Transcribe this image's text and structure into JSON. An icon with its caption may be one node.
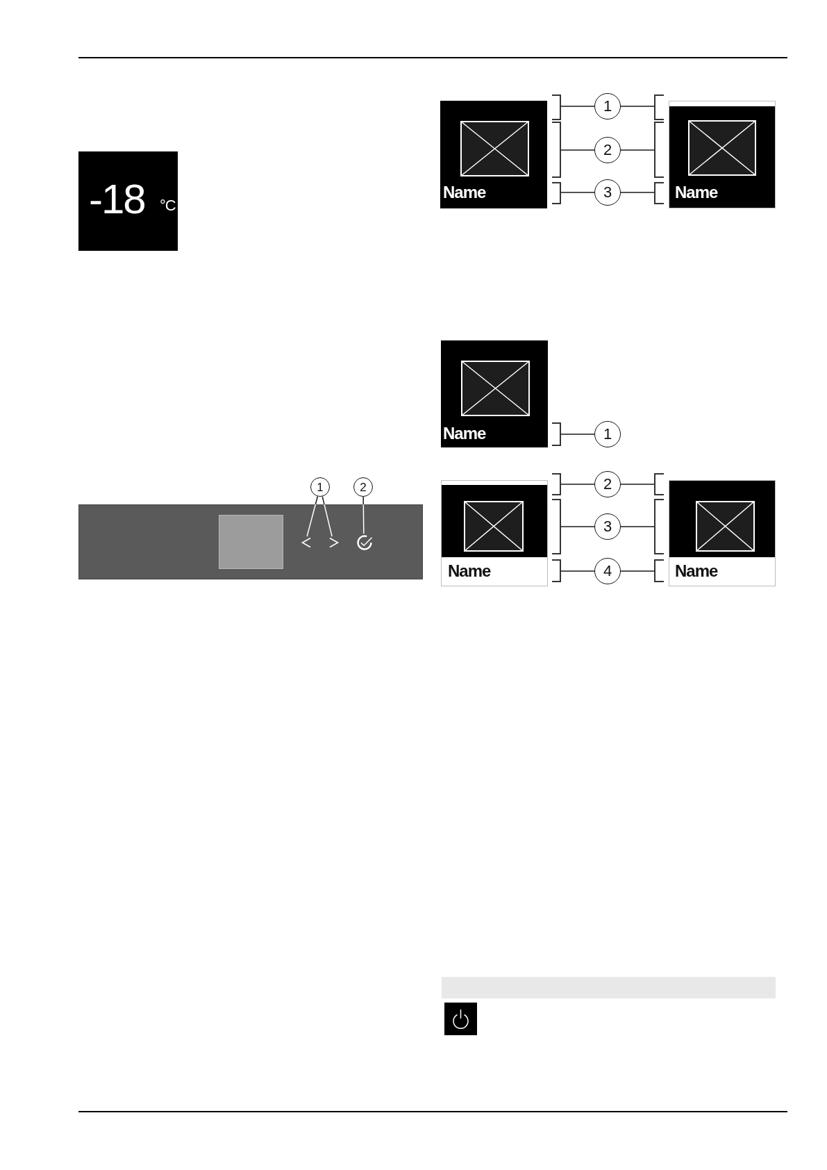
{
  "diagram": {
    "nodes": [
      {
        "text": [
          "-18",
          "°C"
        ]
      },
      {
        "text": [
          "1"
        ]
      },
      {
        "text": [
          "2"
        ]
      },
      {
        "text": [],
        "shape": "box"
      },
      {
        "text": [],
        "shape": "box",
        "in": 3
      },
      {
        "text": [],
        "shape": "chevron",
        "in": 3
      },
      {
        "text": [],
        "shape": "chevron",
        "in": 3
      },
      {
        "text": [],
        "shape": "picture",
        "in": 3
      },
      {
        "text": [
          "Name"
        ]
      },
      {
        "text": [
          "Name"
        ]
      },
      {
        "text": [],
        "shape": "bracket"
      },
      {
        "text": [
          "1"
        ]
      },
      {
        "text": [],
        "shape": "bracket"
      },
      {
        "text": [],
        "shape": "bracket"
      },
      {
        "text": [
          "2"
        ]
      },
      {
        "text": [],
        "shape": "bracket"
      },
      {
        "text": [],
        "shape": "bracket"
      },
      {
        "text": [
          "3"
        ]
      },
      {
        "text": [],
        "shape": "bracket"
      },
      {
        "text": [
          "Name"
        ]
      },
      {
        "text": [],
        "shape": "bracket"
      },
      {
        "text": [
          "1"
        ]
      },
      {
        "text": [
          "Name"
        ]
      },
      {
        "text": [
          "Name"
        ]
      },
      {
        "text": [],
        "shape": "bracket"
      },
      {
        "text": [
          "2"
        ]
      },
      {
        "text": [],
        "shape": "bracket"
      },
      {
        "text": [],
        "shape": "bracket"
      },
      {
        "text": [
          "3"
        ]
      },
      {
        "text": [],
        "shape": "bracket"
      },
      {
        "text": [],
        "shape": "bracket"
      },
      {
        "text": [
          "4"
        ]
      },
      {
        "text": [],
        "shape": "bracket"
      }
    ],
    "edges": [
      {
        "from": 1,
        "to": 5,
        "arrow": "none"
      },
      {
        "from": 1,
        "to": 6,
        "arrow": "none"
      },
      {
        "from": 2,
        "to": 7,
        "arrow": "none"
      },
      {
        "from": 11,
        "to": 10,
        "arrow": "none"
      },
      {
        "from": 11,
        "to": 12,
        "arrow": "none"
      },
      {
        "from": 14,
        "to": 13,
        "arrow": "none"
      },
      {
        "from": 14,
        "to": 15,
        "arrow": "none"
      },
      {
        "from": 17,
        "to": 16,
        "arrow": "none"
      },
      {
        "from": 17,
        "to": 18,
        "arrow": "none"
      },
      {
        "from": 21,
        "to": 20,
        "arrow": "none"
      },
      {
        "from": 25,
        "to": 24,
        "arrow": "none"
      },
      {
        "from": 25,
        "to": 26,
        "arrow": "none"
      },
      {
        "from": 28,
        "to": 27,
        "arrow": "none"
      },
      {
        "from": 28,
        "to": 29,
        "arrow": "none"
      },
      {
        "from": 31,
        "to": 30,
        "arrow": "none"
      },
      {
        "from": 31,
        "to": 32,
        "arrow": "none"
      }
    ]
  }
}
